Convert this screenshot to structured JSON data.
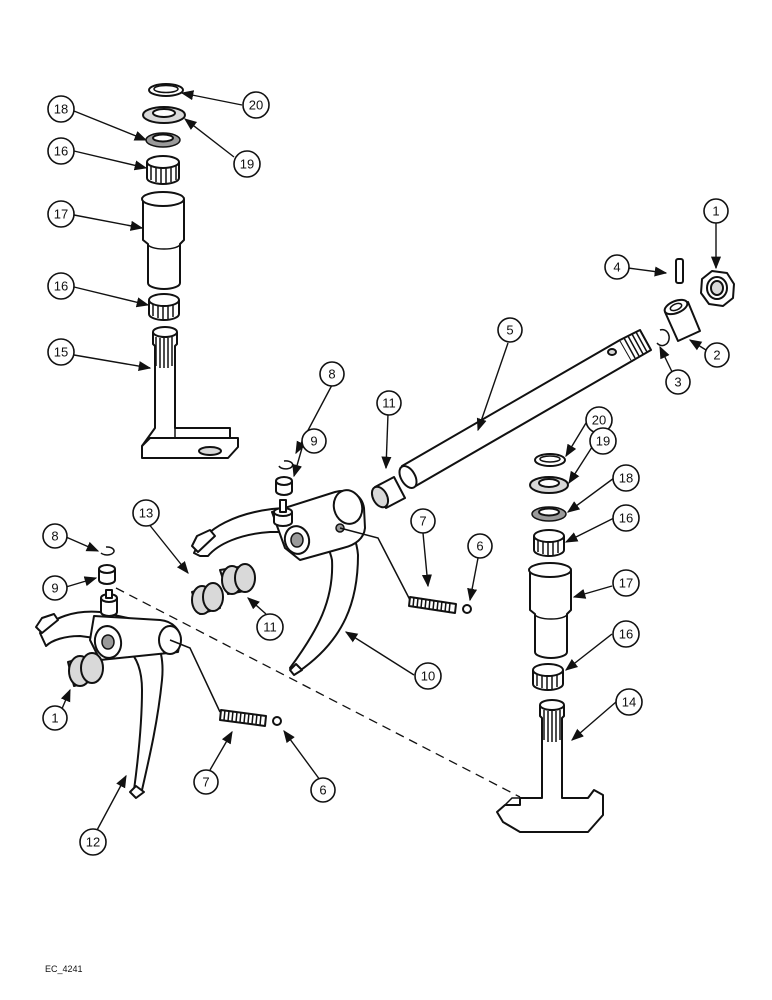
{
  "figure": {
    "reference": "EC_4241",
    "callouts": [
      "20",
      "18",
      "19",
      "16",
      "17",
      "1",
      "4",
      "16",
      "5",
      "15",
      "2",
      "3",
      "8",
      "9",
      "11",
      "20",
      "19",
      "18",
      "16",
      "8",
      "13",
      "7",
      "6",
      "9",
      "17",
      "11",
      "10",
      "16",
      "1",
      "14",
      "7",
      "6",
      "12"
    ]
  },
  "parts": [
    {
      "name": "top-left-snap-ring"
    },
    {
      "name": "top-left-washer"
    },
    {
      "name": "top-left-bearing"
    },
    {
      "name": "top-left-sleeve"
    },
    {
      "name": "top-left-shift-shaft"
    },
    {
      "name": "shift-rail"
    },
    {
      "name": "shift-fork-upper"
    },
    {
      "name": "shift-fork-lower"
    },
    {
      "name": "right-shift-shaft"
    }
  ]
}
